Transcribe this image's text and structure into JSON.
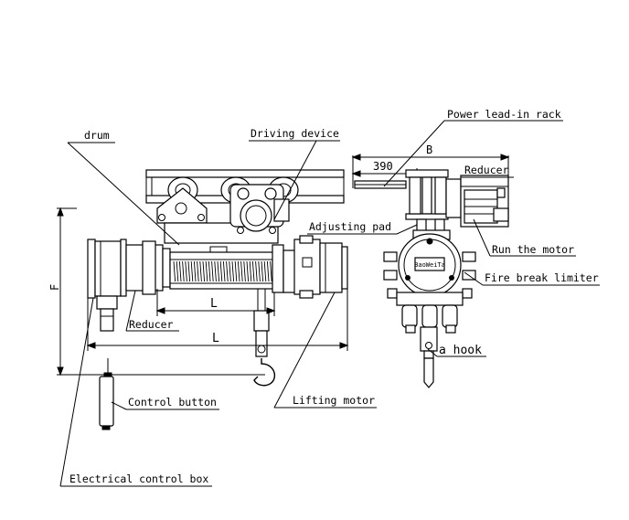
{
  "labels": {
    "drum": "drum",
    "driving_device": "Driving device",
    "power_lead_in_rack": "Power lead-in rack",
    "b_dim": "B",
    "dim_390": "390",
    "reducer_right": "Reducer",
    "adjusting_pad": "Adjusting pad",
    "run_the_motor": "Run the motor",
    "fire_break_limiter": "Fire break limiter",
    "a_hook": "a hook",
    "l_dim_inner": "L",
    "reducer_left": "Reducer",
    "l_dim_outer": "L",
    "f_dim": "F",
    "control_button": "Control button",
    "lifting_motor": "Lifting motor",
    "electrical_control_box": "Electrical control box",
    "nameplate": "BaoWeiTa"
  }
}
